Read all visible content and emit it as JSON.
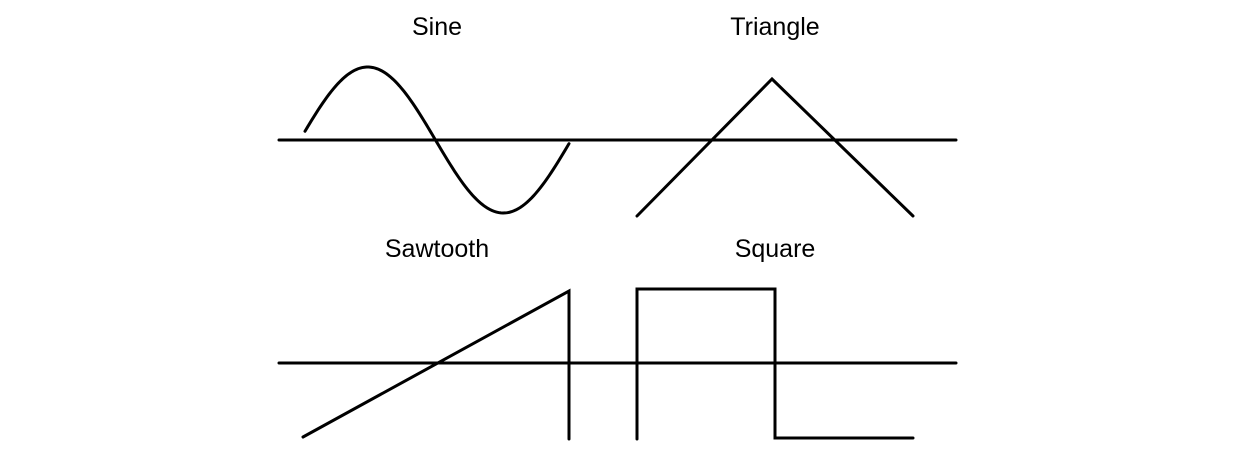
{
  "waveforms": [
    {
      "label": "Sine"
    },
    {
      "label": "Triangle"
    },
    {
      "label": "Sawtooth"
    },
    {
      "label": "Square"
    }
  ]
}
